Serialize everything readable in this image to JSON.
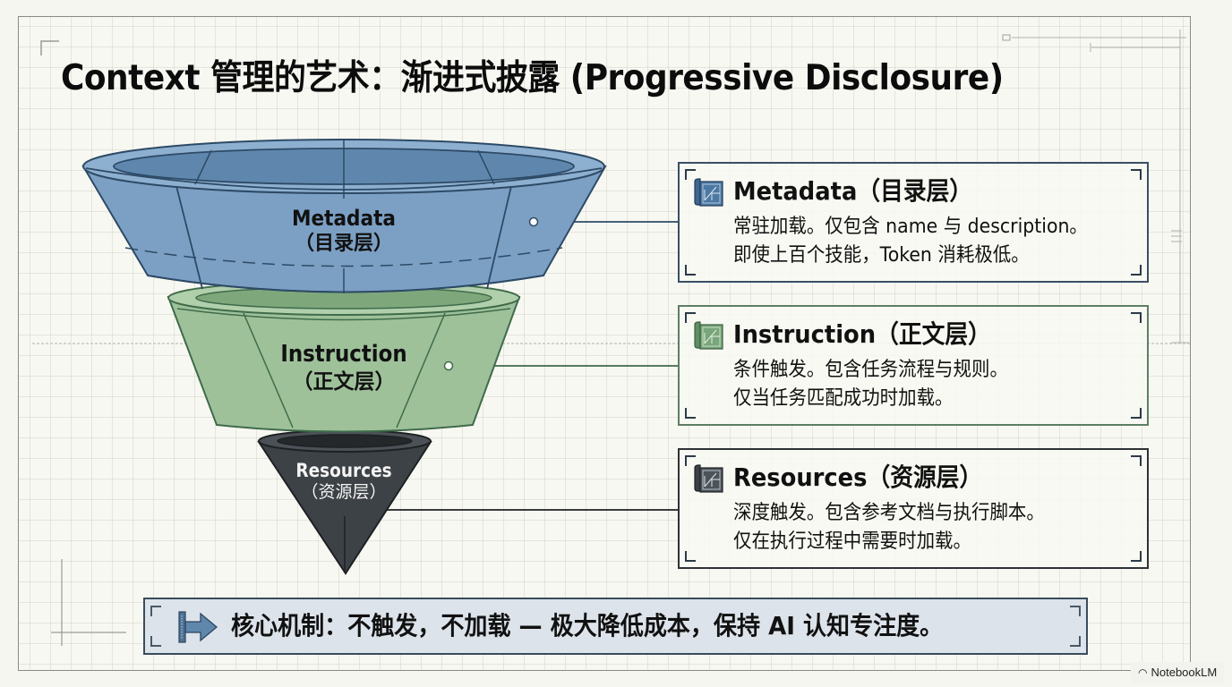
{
  "title": "Context 管理的艺术：渐进式披露 (Progressive Disclosure)",
  "colors": {
    "metadata": "#6f95bb",
    "metadata_dark": "#2d4a66",
    "instruction": "#9ec19a",
    "instruction_dark": "#3f6b4a",
    "resources": "#3d4246",
    "resources_dark": "#1d2124",
    "background": "#f8f8f2",
    "bottom_bar": "#dde3ea"
  },
  "funnel": {
    "layers": [
      {
        "name": "Metadata",
        "sub": "（目录层）",
        "icon": "blueprint-icon"
      },
      {
        "name": "Instruction",
        "sub": "（正文层）",
        "icon": "blueprint-icon"
      },
      {
        "name": "Resources",
        "sub": "（资源层）",
        "icon": "blueprint-icon"
      }
    ]
  },
  "cards": [
    {
      "heading": "Metadata（目录层）",
      "line1": "常驻加载。仅包含 name 与 description。",
      "line2": "即使上百个技能，Token 消耗极低。"
    },
    {
      "heading": "Instruction（正文层）",
      "line1": "条件触发。包含任务流程与规则。",
      "line2": "仅当任务匹配成功时加载。"
    },
    {
      "heading": "Resources（资源层）",
      "line1": "深度触发。包含参考文档与执行脚本。",
      "line2": "仅在执行过程中需要时加载。"
    }
  ],
  "bottom_bar": {
    "icon": "arrow-right-icon",
    "text": "核心机制：不触发，不加载 — 极大降低成本，保持 AI 认知专注度。"
  },
  "watermark": {
    "icon": "notebooklm-icon",
    "text": "NotebookLM"
  }
}
